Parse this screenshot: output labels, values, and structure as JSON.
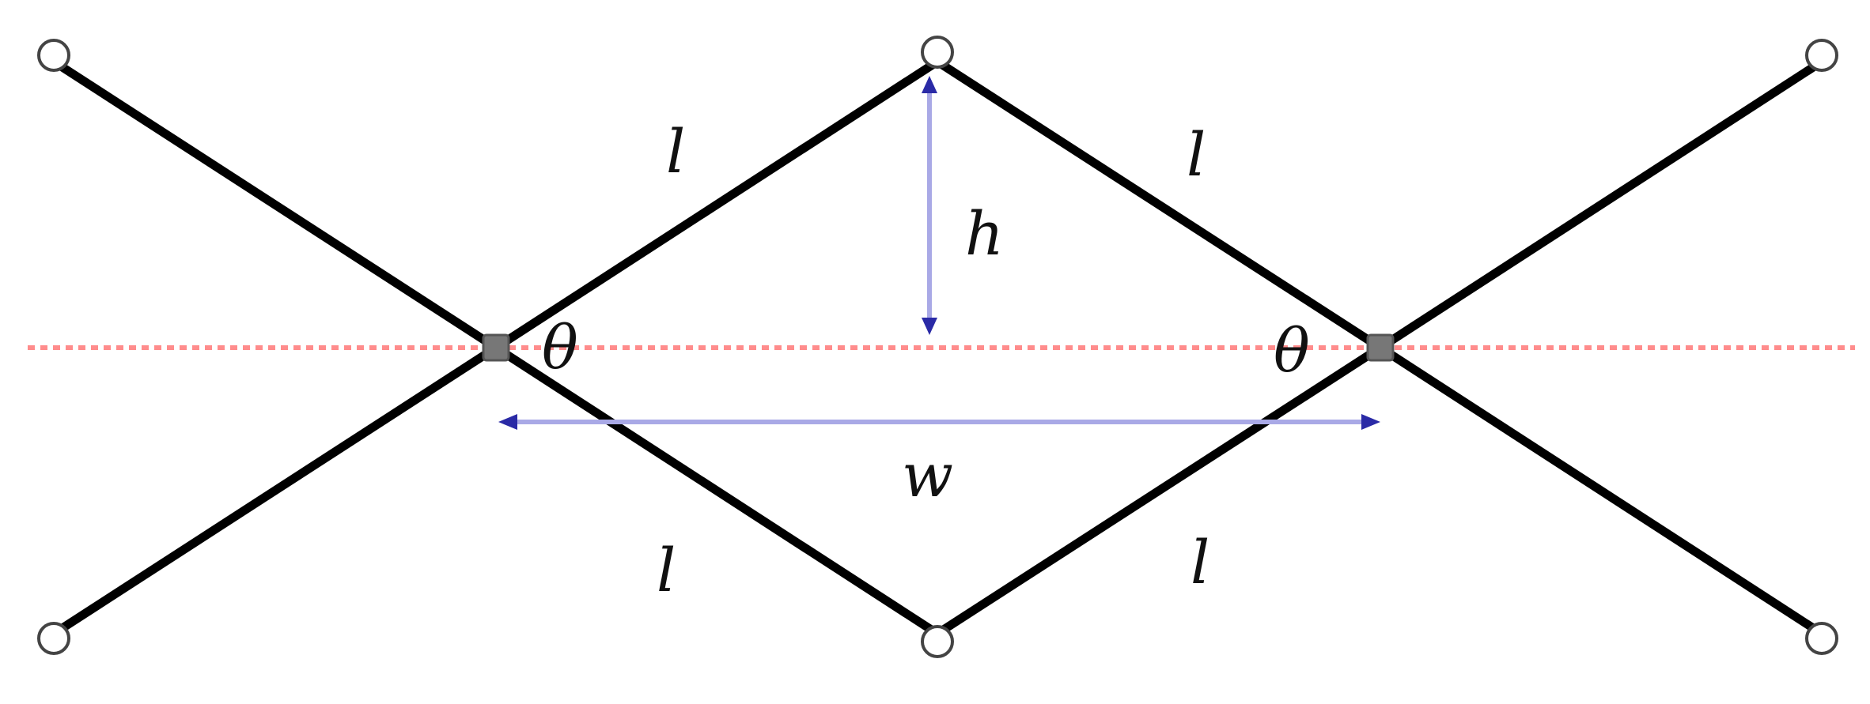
{
  "labels": {
    "bar_length": "l",
    "height": "h",
    "width": "w",
    "angle": "θ"
  },
  "colors": {
    "bar": "#000000",
    "axis_line": "#ff8c8c",
    "dimension_line": "#a9a9e6",
    "arrowhead": "#2a2aa6",
    "pivot_joint": "#777777",
    "end_joint": "#ffffff"
  }
}
